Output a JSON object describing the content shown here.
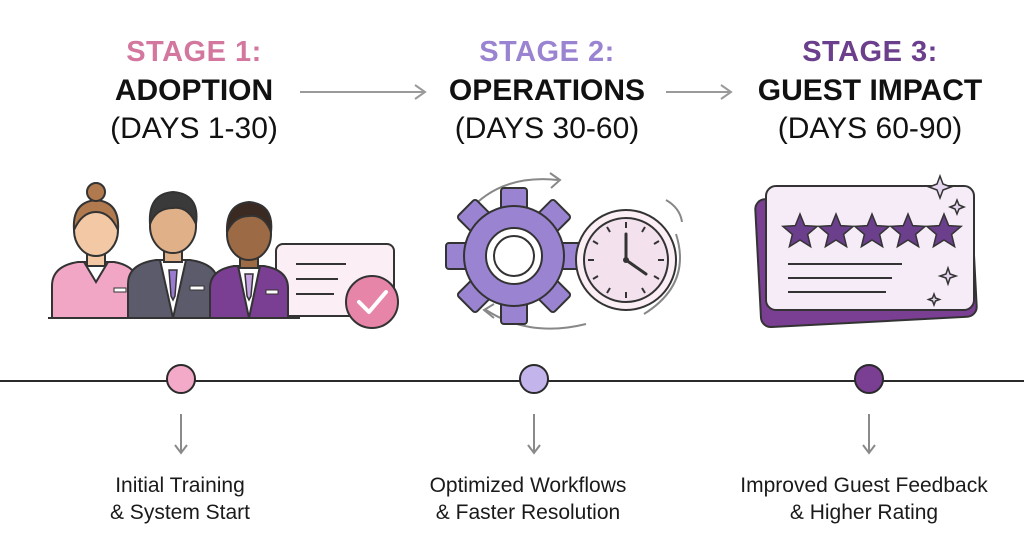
{
  "colors": {
    "stage1": "#d3779f",
    "stage2": "#9a84d1",
    "stage3": "#6b3f8c",
    "line": "#2a2a2a"
  },
  "stages": [
    {
      "label": "STAGE 1:",
      "title": "ADOPTION",
      "days": "(DAYS 1-30)",
      "caption_line1": "Initial Training",
      "caption_line2": "& System Start",
      "icon": "staff-team-checklist-icon"
    },
    {
      "label": "STAGE 2:",
      "title": "OPERATIONS",
      "days": "(DAYS 30-60)",
      "caption_line1": "Optimized Workflows",
      "caption_line2": "& Faster Resolution",
      "icon": "gear-clock-cycle-icon"
    },
    {
      "label": "STAGE 3:",
      "title": "GUEST IMPACT",
      "days": "(DAYS 60-90)",
      "caption_line1": "Improved Guest Feedback",
      "caption_line2": "& Higher Rating",
      "icon": "five-star-review-card-icon"
    }
  ]
}
